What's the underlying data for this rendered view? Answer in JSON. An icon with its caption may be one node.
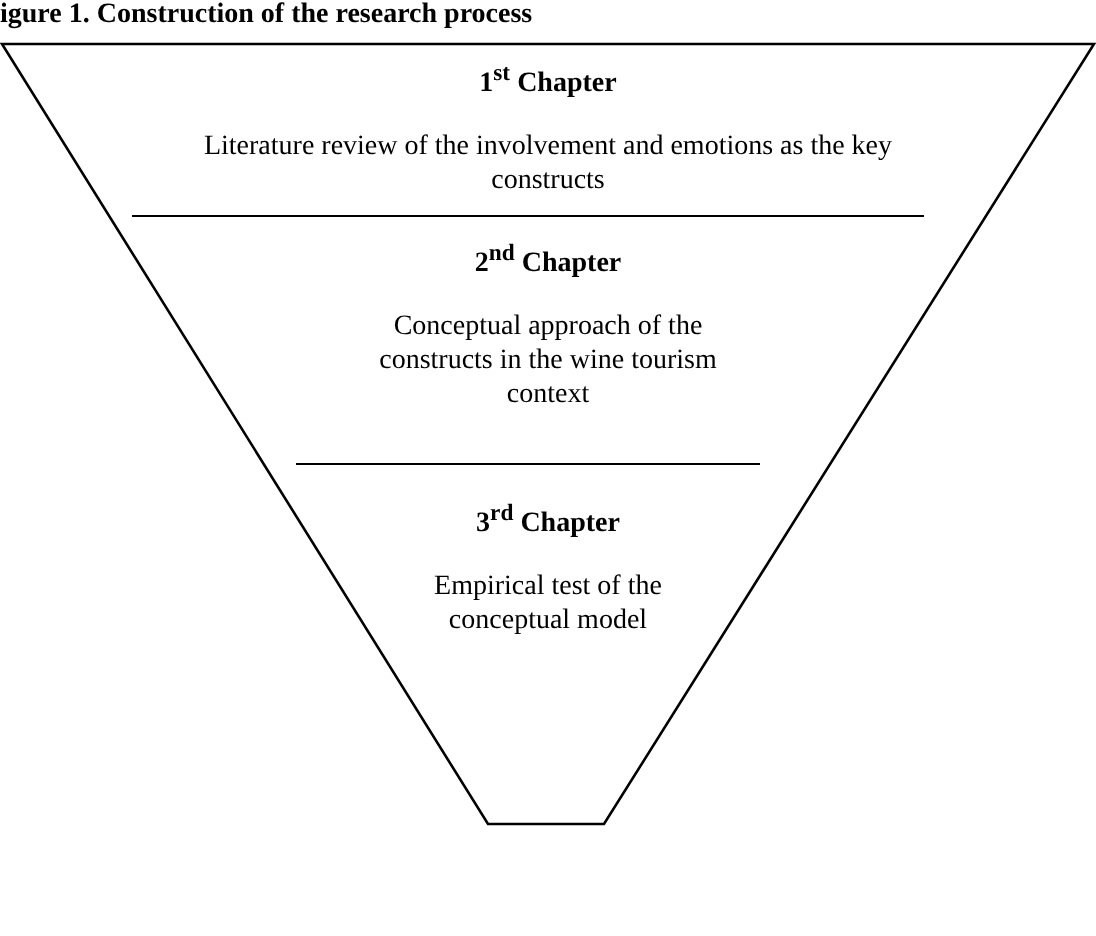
{
  "diagram": {
    "title": "igure 1. Construction of the research process",
    "nodes": [
      {
        "text": [
          "1$^{st}$ Chapter",
          "Literature review of the involvement and emotions as the key constructs"
        ]
      },
      {
        "text": [
          "2$^{nd}$ Chapter",
          "Conceptual approach of the constructs in the wine tourism context"
        ]
      },
      {
        "text": [
          "3$^{rd}$ Chapter",
          "Empirical test of the conceptual model"
        ]
      }
    ]
  }
}
